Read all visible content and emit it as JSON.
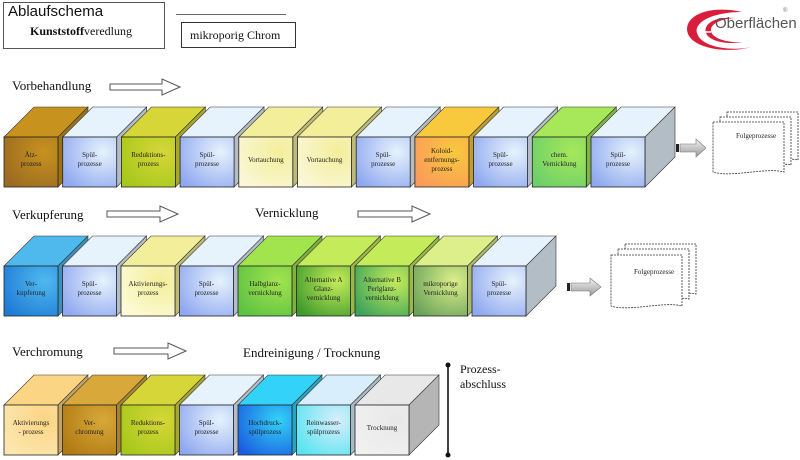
{
  "header": {
    "title": "Ablaufschema",
    "subtitle_bold": "Kunststoff",
    "subtitle_rest": "veredlung",
    "variant": "mikroporig Chrom"
  },
  "logo": {
    "brand": "Oberflächen",
    "registered": "®",
    "colors": {
      "swoosh": "#d81e3a",
      "text": "#555555"
    }
  },
  "sections": {
    "vorbehandlung": "Vorbehandlung",
    "verkupferung": "Verkupferung",
    "vernicklung": "Vernicklung",
    "verchromung": "Verchromung",
    "endreinigung": "Endreinigung / Trocknung"
  },
  "process_close": "Prozess-\nabschluss",
  "follow_label": "Folgeprozesse",
  "rows": [
    {
      "name": "vorbehandlung",
      "steps": [
        {
          "label": "Ätz-\nprozess",
          "color": "#9a6a22",
          "light": "#c8921e"
        },
        {
          "label": "Spül-\nprozesse",
          "color": "#8fa8f0",
          "light": "#e6f2fc"
        },
        {
          "label": "Reduktions-\nprozess",
          "color": "#a6c81a",
          "light": "#d6d638"
        },
        {
          "label": "Spül-\nprozesse",
          "color": "#8fa8f0",
          "light": "#e6f2fc"
        },
        {
          "label": "Vortauchung",
          "color": "#fbf7d8",
          "light": "#f3ee9a"
        },
        {
          "label": "Vortauchung",
          "color": "#fbf7d8",
          "light": "#f3ee9a"
        },
        {
          "label": "Spül-\nprozesse",
          "color": "#8fa8f0",
          "light": "#e6f2fc"
        },
        {
          "label": "Koloid-\nentfernungs-\nprozess",
          "color": "#fb9a5a",
          "light": "#f8c93c"
        },
        {
          "label": "Spül-\nprozesse",
          "color": "#8fa8f0",
          "light": "#e6f2fc"
        },
        {
          "label": "chem.\nVernicklung",
          "color": "#6dcf6a",
          "light": "#a6e85a"
        },
        {
          "label": "Spül-\nprozesse",
          "color": "#8fa8f0",
          "light": "#e6f2fc"
        }
      ]
    },
    {
      "name": "verkupferung-vernicklung",
      "steps": [
        {
          "label": "Ver-\nkupferung",
          "color": "#1f7ad6",
          "light": "#4fb9ee"
        },
        {
          "label": "Spül-\nprozesse",
          "color": "#8fa8f0",
          "light": "#e6f2fc"
        },
        {
          "label": "Aktivierungs-\nprozess",
          "color": "#fdfbd8",
          "light": "#f3ee9a"
        },
        {
          "label": "Spül-\nprozesse",
          "color": "#8fa8f0",
          "light": "#e6f2fc"
        },
        {
          "label": "Halbglanz-\nvernicklung",
          "color": "#5dc243",
          "light": "#a2e44e"
        },
        {
          "label": "Alternative A\nGlanz-\nvernicklung",
          "color": "#3f9a2c",
          "light": "#c4ec5a"
        },
        {
          "label": "Alternative B\nPerlglanz-\nvernicklung",
          "color": "#3ea35a",
          "light": "#c4ec5a"
        },
        {
          "label": "mikroporige\nVernicklung",
          "color": "#6aa25a",
          "light": "#dcef8a"
        },
        {
          "label": "Spül-\nprozesse",
          "color": "#8fa8f0",
          "light": "#e6f2fc"
        }
      ]
    },
    {
      "name": "verchromung-endreinigung",
      "steps": [
        {
          "label": "Aktivierungs\n- prozess",
          "color": "#fde7b0",
          "light": "#fbd484"
        },
        {
          "label": "Ver-\nchromung",
          "color": "#b07a12",
          "light": "#d8a83a"
        },
        {
          "label": "Reduktions-\nprozess",
          "color": "#a6c81a",
          "light": "#d6d638"
        },
        {
          "label": "Spül-\nprozesse",
          "color": "#8fa8f0",
          "light": "#e6f2fc"
        },
        {
          "label": "Hochdruck-\nspülprozess",
          "color": "#1a5ee0",
          "light": "#33d2f8"
        },
        {
          "label": "Reinwasser-\nspülprozess",
          "color": "#58e4f0",
          "light": "#d8eefc"
        },
        {
          "label": "Trocknung",
          "color": "#f1f1f1",
          "light": "#e8e8e8"
        }
      ]
    }
  ]
}
